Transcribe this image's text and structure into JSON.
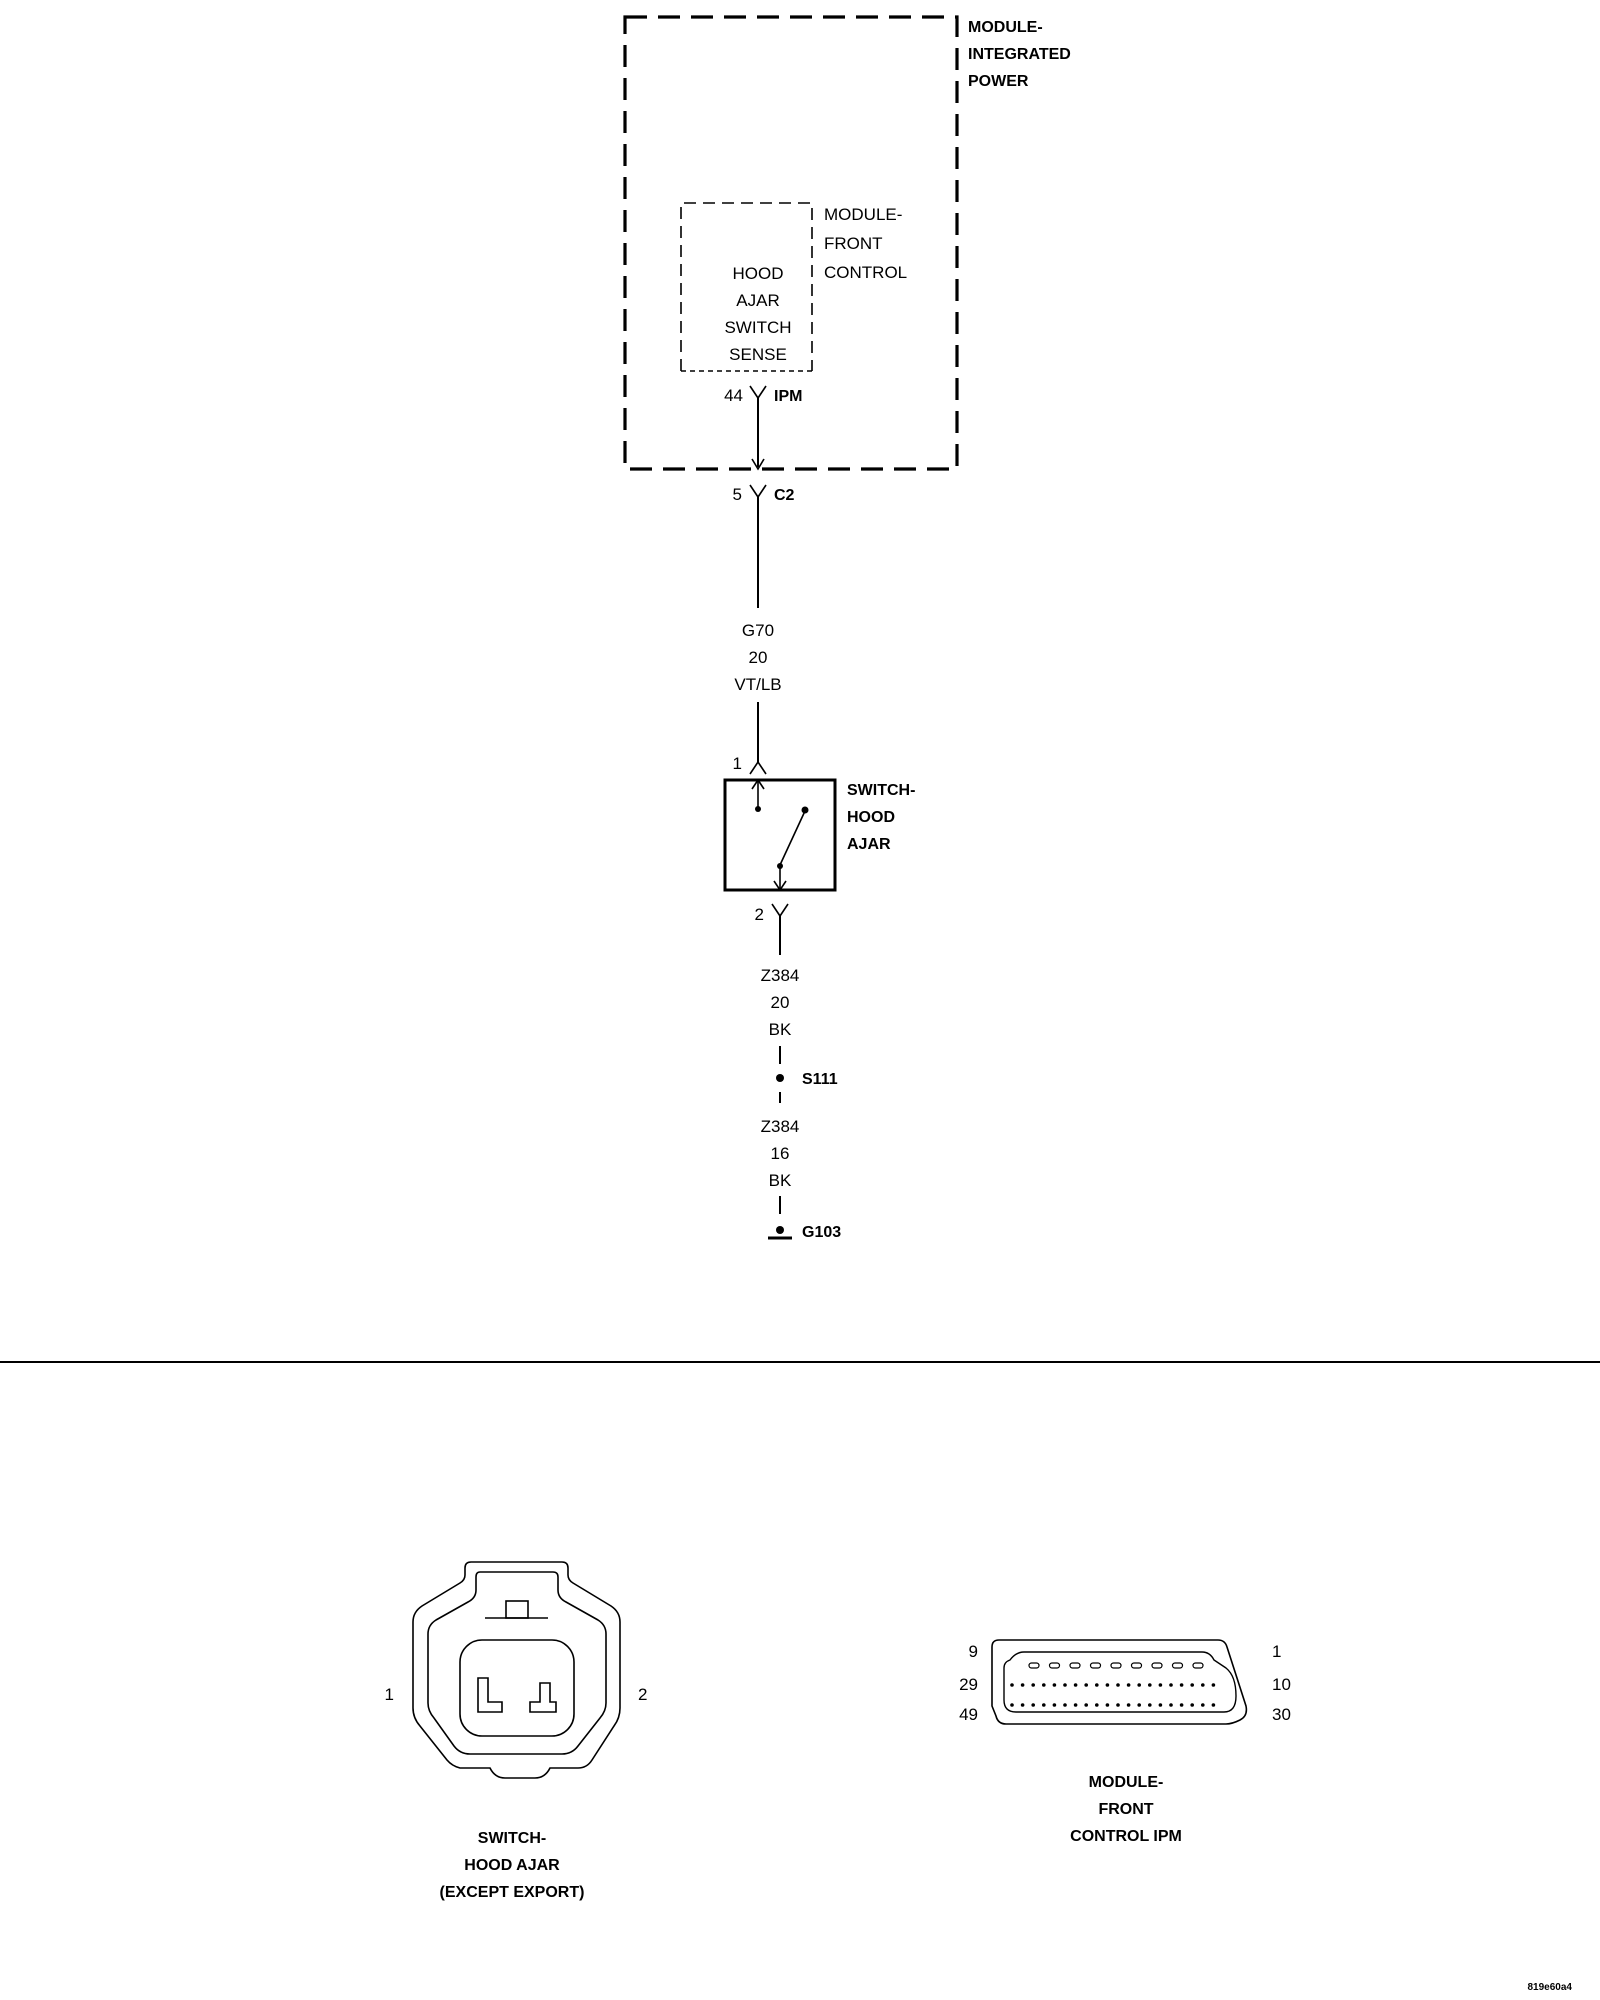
{
  "ipm_module": {
    "label_lines": [
      "MODULE-",
      "INTEGRATED",
      "POWER"
    ]
  },
  "fcm_module": {
    "label_lines": [
      "MODULE-",
      "FRONT",
      "CONTROL"
    ],
    "circuit_lines": [
      "HOOD",
      "AJAR",
      "SWITCH",
      "SENSE"
    ]
  },
  "connector_ipm": {
    "pin": "44",
    "name": "IPM"
  },
  "connector_c2": {
    "pin": "5",
    "name": "C2"
  },
  "wire_upper": {
    "circuit": "G70",
    "gauge": "20",
    "color": "VT/LB"
  },
  "switch": {
    "pin_top": "1",
    "pin_bottom": "2",
    "label_lines": [
      "SWITCH-",
      "HOOD",
      "AJAR"
    ]
  },
  "wire_lower1": {
    "circuit": "Z384",
    "gauge": "20",
    "color": "BK"
  },
  "splice": {
    "name": "S111"
  },
  "wire_lower2": {
    "circuit": "Z384",
    "gauge": "16",
    "color": "BK"
  },
  "ground": {
    "name": "G103"
  },
  "connector_view_switch": {
    "pin_left": "1",
    "pin_right": "2",
    "caption_lines": [
      "SWITCH-",
      "HOOD AJAR",
      "(EXCEPT EXPORT)"
    ]
  },
  "connector_view_fcm": {
    "pins_left": [
      "9",
      "29",
      "49"
    ],
    "pins_right": [
      "1",
      "10",
      "30"
    ],
    "caption_lines": [
      "MODULE-",
      "FRONT",
      "CONTROL IPM"
    ]
  },
  "figure_id": "819e60a4"
}
